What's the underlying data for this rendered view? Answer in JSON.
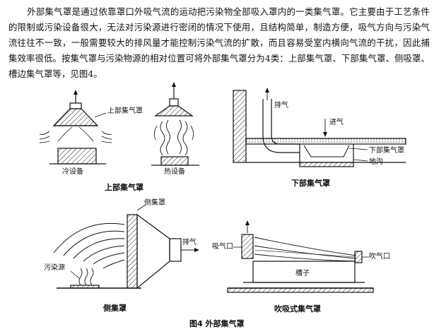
{
  "paragraph": "外部集气罩是通过依靠罩口外吸气流的运动把污染物全部吸入罩内的一类集气罩。它主要由于工艺条件的限制或污染设备很大，无法对污染源进行密闭的情况下使用，且结构简单，制造方便，吸气方向与污染气流往往不一致，一般需要较大的排风量才能控制污染气流的扩散，而且容易受室内横向气流的干扰，因此捕集效率很低。按集气罩与污染物源的相对位置可将外部集气罩分为4类：上部集气罩、下部集气罩、侧吸罩、槽边集气罩等，见图4。",
  "figure": {
    "caption": "图4  外部集气罩",
    "top_hood": {
      "title": "上部集气罩",
      "hood_label": "上部集气罩",
      "cold_label": "冷设备",
      "hot_label": "热设备"
    },
    "bottom_hood": {
      "title": "下部集气罩",
      "exhaust_label": "排气",
      "intake_label": "进气",
      "hood_label": "下部集气罩",
      "trench_label": "地沟"
    },
    "side_hood": {
      "title": "侧集罩",
      "hood_label": "侧集罩",
      "source_label": "污染源",
      "exhaust_label": "排气"
    },
    "blow_suction_hood": {
      "title": "吹吸式集气罩",
      "suction_label": "吸气口",
      "blow_label": "吹气口",
      "tank_label": "槽子"
    }
  }
}
